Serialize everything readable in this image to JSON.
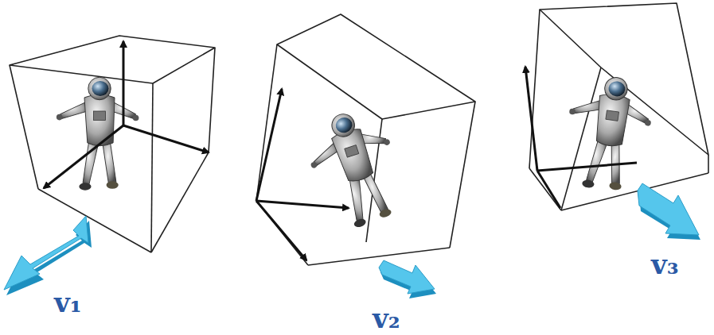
{
  "diagram": {
    "labels": [
      "v₁",
      "v₂",
      "v₃"
    ]
  }
}
